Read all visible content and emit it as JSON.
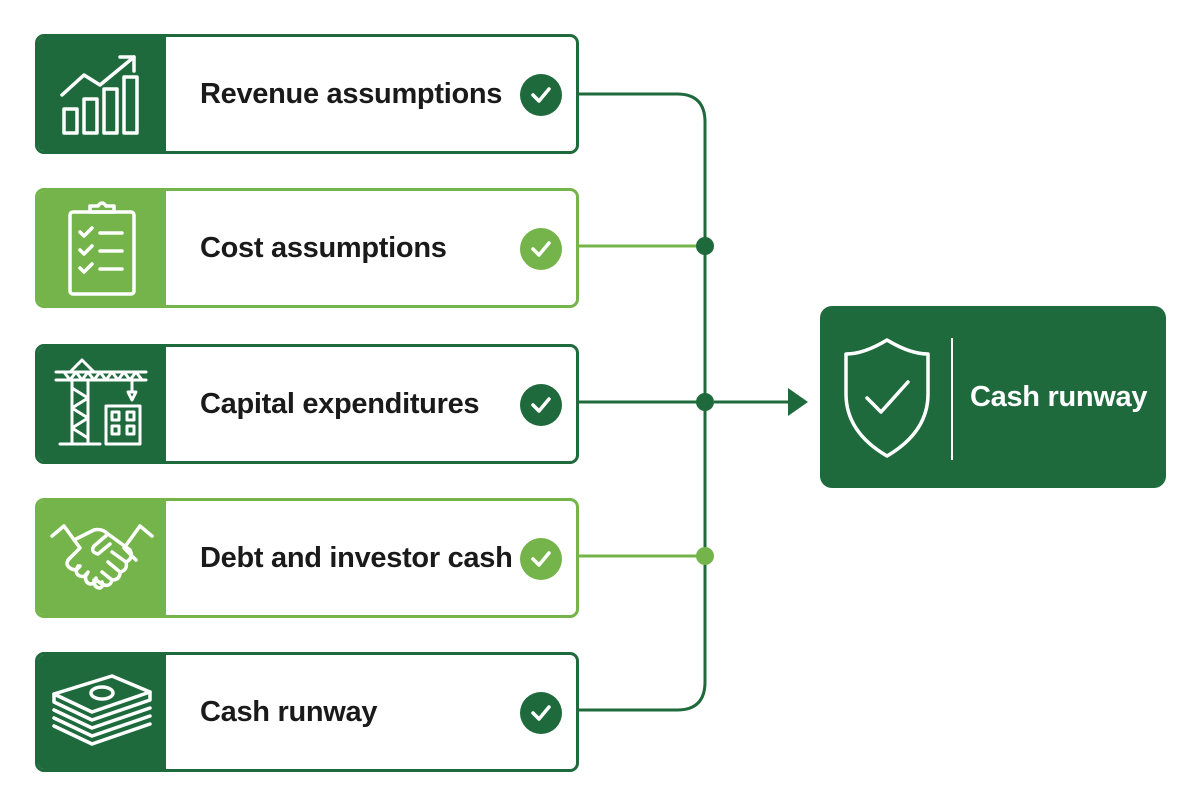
{
  "colors": {
    "dark_green": "#1e6a3c",
    "light_green": "#74b44a",
    "text": "#1a1a1a",
    "background": "#ffffff"
  },
  "inputs": [
    {
      "label": "Revenue assumptions",
      "icon": "bar-chart-growth-icon",
      "tone": "dark",
      "status": "checked"
    },
    {
      "label": "Cost assumptions",
      "icon": "clipboard-checklist-icon",
      "tone": "light",
      "status": "checked"
    },
    {
      "label": "Capital expenditures",
      "icon": "construction-crane-icon",
      "tone": "dark",
      "status": "checked"
    },
    {
      "label": "Debt and investor cash",
      "icon": "handshake-icon",
      "tone": "light",
      "status": "checked"
    },
    {
      "label": "Cash runway",
      "icon": "cash-stack-icon",
      "tone": "dark",
      "status": "checked"
    }
  ],
  "result": {
    "label": "Cash runway",
    "icon": "shield-check-icon"
  }
}
